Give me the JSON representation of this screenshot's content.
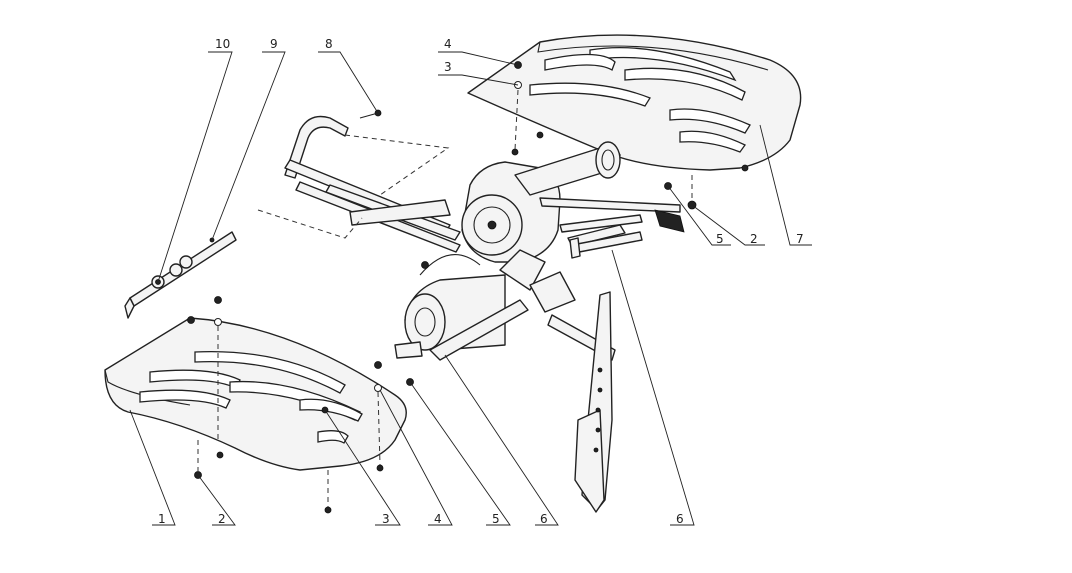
{
  "callouts": {
    "top_left": [
      {
        "label": "10"
      },
      {
        "label": "9"
      },
      {
        "label": "8"
      }
    ],
    "top_right": [
      {
        "label": "4"
      },
      {
        "label": "3"
      }
    ],
    "right": [
      {
        "label": "5"
      },
      {
        "label": "2"
      },
      {
        "label": "7"
      }
    ],
    "bottom": [
      {
        "label": "1"
      },
      {
        "label": "2"
      },
      {
        "label": "3"
      },
      {
        "label": "4"
      },
      {
        "label": "5"
      },
      {
        "label": "6"
      },
      {
        "label": "6"
      }
    ]
  }
}
